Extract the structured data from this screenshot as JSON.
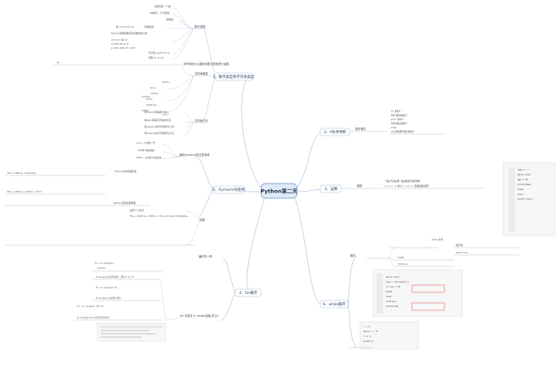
{
  "center": {
    "title": "Python第二天"
  },
  "branches": {
    "b1": {
      "label": "1、数字类型和字符串类型",
      "groups": {
        "num": {
          "label": "数字类型",
          "items": [
            {
              "label": "可能带有一个数"
            },
            {
              "label": "一串数字 · 不可更改"
            },
            {
              "label": "整数型"
            },
            {
              "label": "复数类型"
            },
            {
              "label": "如 int (a=0+1j)"
            },
            {
              "label": "Python中除整数和浮点数类型以外"
            },
            {
              "label": "int (1,2) 和 int"
            },
            {
              "label": "print(1.0e-3)  #"
            },
            {
              "label": "print(1.3e5)   # 1.3e5"
            },
            {
              "label": "浮点型 (python2.x)"
            },
            {
              "label": "复数 (1.0+3j)"
            }
          ]
        },
        "str": {
          "label": "字符串类型",
          "items": [
            {
              "label": "字符串也可以被用作数字类型进行运算"
            },
            {
              "label": "str"
            },
            {
              "label": "len()"
            },
            {
              "label": "index()"
            },
            {
              "label": "find()"
            },
            {
              "label": "replace()"
            },
            {
              "label": "strip()"
            },
            {
              "label": "split()"
            },
            {
              "label": "join()"
            },
            {
              "label": "format"
            }
          ]
        },
        "ops": {
          "label": "字符串方法",
          "items": [
            {
              "label": "用input()获得用户输入"
            },
            {
              "label": "用len()获取字符串的长度"
            },
            {
              "label": "用upper()将字符串转为大写"
            },
            {
              "label": "用lower()将字符串转为小写"
            }
          ]
        }
      }
    },
    "b2": {
      "label": "2、if条件判断",
      "groups": {
        "basic": {
          "label": "基本格式",
          "code": [
            "if 条件1:",
            "    条件1成立时执行",
            "elif 条件2:",
            "    条件2成立时执行",
            "else:",
            "    以上条件都不成立时执行"
          ]
        }
      }
    },
    "b3": {
      "label": "3、运算",
      "groups": {
        "type": {
          "label": "赋值",
          "code": [
            "一般只写在右侧一般右侧会有类型转换",
            "a = a + 1 等价于 a += 1，增强赋值运算符"
          ]
        }
      }
    },
    "b4": {
      "label": "4、for循环",
      "groups": {
        "f1": {
          "label": "遍历的一种",
          "items": [
            {
              "label": "for i in range(5):"
            },
            {
              "label": "print(i)"
            }
          ]
        },
        "f2": {
          "label": "for 变量名 in range(起始,终止):",
          "items": [
            {
              "label": "# range(5)表示0到4，即0,1,2,3,4"
            },
            {
              "label": "for i in range(1, 6):"
            },
            {
              "label": "# range(1,6)表示1到5"
            },
            {
              "label": "for i in range(1, 10, 2):"
            },
            {
              "label": "# range(1,10,2)表示步长为2"
            }
          ]
        }
      }
    },
    "b5": {
      "label": "5、Pycharm的使用",
      "groups": {
        "setup": {
          "label": "使用Pycharm的注意事项",
          "items": [
            {
              "label": "ctrl + d 复制一行"
            },
            {
              "label": "Tab键 向右缩进"
            },
            {
              "label": "Shift + Tab键 向左缩进"
            },
            {
              "label": "File → setting → Keymap"
            },
            {
              "label": "File → setting → Editor → Font"
            },
            {
              "label": "Python文件模板配置"
            },
            {
              "label": "Python配置的解释器"
            }
          ]
        },
        "set": {
          "label": "设置",
          "items": [
            {
              "label": "设置个人信息"
            },
            {
              "label": "File → Setting → Editor → File and Code Templates"
            }
          ]
        }
      }
    },
    "b6": {
      "label": "6、while循环",
      "groups": {
        "w1": {
          "label": "格式",
          "items": [
            {
              "label": "while 条件:"
            },
            {
              "label": "循环体"
            },
            {
              "label": "while True:"
            },
            {
              "label": "break"
            },
            {
              "label": "continue"
            }
          ]
        }
      }
    }
  },
  "thumbnails": {
    "code_top": [
      "name = \"\"",
      "while True:",
      "    age = 18",
      "    print(name)",
      "    break",
      "else:",
      "    print(\"over\")"
    ],
    "code_mid": [
      "while True:",
      "    num = int(input())",
      "    if num > 10:",
      "        break",
      "    else:",
      "        continue",
      "print(num)"
    ],
    "code_bot": [
      "i = 0",
      "while i < 5:",
      "    i += 1",
      "    print(i)"
    ]
  }
}
